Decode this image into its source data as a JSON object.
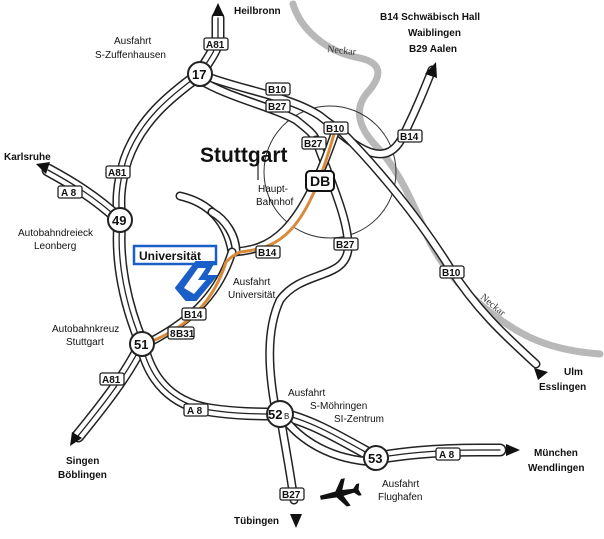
{
  "city": "Stuttgart",
  "rivers": [
    {
      "name": "Neckar",
      "label": "Neckar"
    },
    {
      "name": "Neckar",
      "label": "Neckar"
    }
  ],
  "destinations": {
    "heilbronn": "Heilbronn",
    "karlsruhe": "Karlsruhe",
    "northeast": [
      "B14 Schwäbisch Hall",
      "Waiblingen",
      "B29 Aalen"
    ],
    "east": [
      "Ulm",
      "Esslingen"
    ],
    "southeast": [
      "München",
      "Wendlingen"
    ],
    "south": "Tübingen",
    "southwest": [
      "Singen",
      "Böblingen"
    ]
  },
  "exits": {
    "zuffenhausen": [
      "Ausfahrt",
      "S-Zuffenhausen"
    ],
    "leonberg": [
      "Autobahndreieck",
      "Leonberg"
    ],
    "stuttgart_kreuz": [
      "Autobahnkreuz",
      "Stuttgart"
    ],
    "universitaet": [
      "Ausfahrt",
      "Universität"
    ],
    "moehringen": [
      "Ausfahrt",
      "S-Möhringen",
      "SI-Zentrum"
    ],
    "flughafen": [
      "Ausfahrt",
      "Flughafen"
    ],
    "hauptbahnhof": [
      "Haupt-",
      "Bahnhof"
    ]
  },
  "university_label": "Universität",
  "station_badge": "DB",
  "junctions": {
    "j17": "17",
    "j49": "49",
    "j51": "51",
    "j52": "52",
    "j52_suffix": "B",
    "j53": "53"
  },
  "road_badges": {
    "a81_north": "A81",
    "a81_west": "A81",
    "a81_south": "A81",
    "a8_west": "A 8",
    "a8_south": "A 8",
    "a8_east": "A 8",
    "b10_upper": "B10",
    "b27_upper": "B27",
    "b10_mid": "B10",
    "b27_mid": "B27",
    "b14_ne": "B14",
    "b14_uni": "B14",
    "b14_lower": "B14",
    "b27_center": "B27",
    "b10_east": "B10",
    "b831": "B31",
    "b831_prefix": "8",
    "b27_south": "B27"
  }
}
